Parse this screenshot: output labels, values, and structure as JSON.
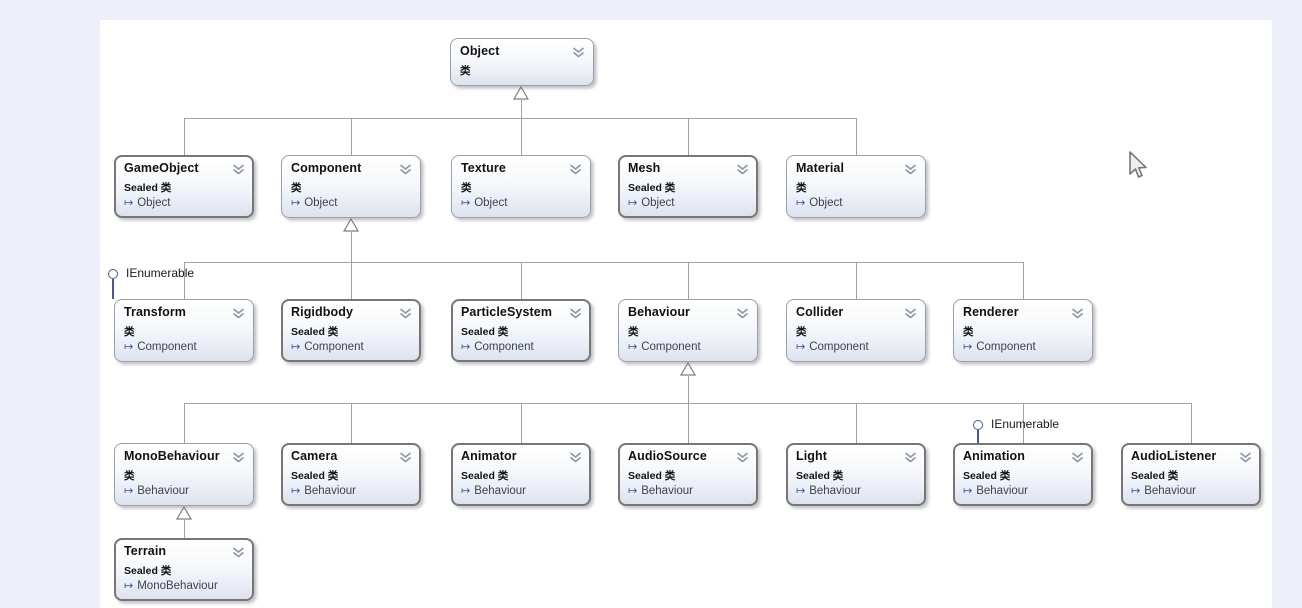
{
  "diagram": {
    "title": "class-diagram",
    "background_color": "#edf0f9",
    "canvas_color": "#ffffff",
    "connector_color": "#a3a3a3",
    "interface_color": "#4a5a8c",
    "inherits_glyph": "↦",
    "collapse_icon": "chevron-double-down",
    "interfaces": [
      {
        "label": "IEnumerable",
        "on": "Transform"
      },
      {
        "label": "IEnumerable",
        "on": "Animation"
      }
    ],
    "classes": [
      {
        "name": "Object",
        "kind": "类",
        "base": null,
        "sealed": false
      },
      {
        "name": "GameObject",
        "kind": "Sealed 类",
        "base": "Object",
        "sealed": true
      },
      {
        "name": "Component",
        "kind": "类",
        "base": "Object",
        "sealed": false
      },
      {
        "name": "Texture",
        "kind": "类",
        "base": "Object",
        "sealed": false
      },
      {
        "name": "Mesh",
        "kind": "Sealed 类",
        "base": "Object",
        "sealed": true
      },
      {
        "name": "Material",
        "kind": "类",
        "base": "Object",
        "sealed": false
      },
      {
        "name": "Transform",
        "kind": "类",
        "base": "Component",
        "sealed": false
      },
      {
        "name": "Rigidbody",
        "kind": "Sealed 类",
        "base": "Component",
        "sealed": true
      },
      {
        "name": "ParticleSystem",
        "kind": "Sealed 类",
        "base": "Component",
        "sealed": true
      },
      {
        "name": "Behaviour",
        "kind": "类",
        "base": "Component",
        "sealed": false
      },
      {
        "name": "Collider",
        "kind": "类",
        "base": "Component",
        "sealed": false
      },
      {
        "name": "Renderer",
        "kind": "类",
        "base": "Component",
        "sealed": false
      },
      {
        "name": "MonoBehaviour",
        "kind": "类",
        "base": "Behaviour",
        "sealed": false
      },
      {
        "name": "Camera",
        "kind": "Sealed 类",
        "base": "Behaviour",
        "sealed": true
      },
      {
        "name": "Animator",
        "kind": "Sealed 类",
        "base": "Behaviour",
        "sealed": true
      },
      {
        "name": "AudioSource",
        "kind": "Sealed 类",
        "base": "Behaviour",
        "sealed": true
      },
      {
        "name": "Light",
        "kind": "Sealed 类",
        "base": "Behaviour",
        "sealed": true
      },
      {
        "name": "Animation",
        "kind": "Sealed 类",
        "base": "Behaviour",
        "sealed": true
      },
      {
        "name": "AudioListener",
        "kind": "Sealed 类",
        "base": "Behaviour",
        "sealed": true
      },
      {
        "name": "Terrain",
        "kind": "Sealed 类",
        "base": "MonoBehaviour",
        "sealed": true
      }
    ]
  }
}
